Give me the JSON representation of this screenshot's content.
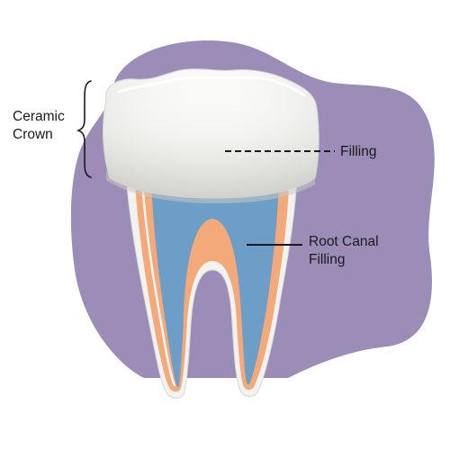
{
  "labels": {
    "crown_line1": "Ceramic",
    "crown_line2": "Crown",
    "filling": "Filling",
    "root_canal_line1": "Root Canal",
    "root_canal_line2": "Filling"
  },
  "colors": {
    "background_blob": "#9b8db8",
    "crown": "#f1f1ee",
    "crown_shadow": "#c9c9c4",
    "root_outer": "#f2f2ef",
    "dentin": "#f3a97a",
    "pulp_filling": "#6d9ec7",
    "leader_line": "#1a1a1a"
  }
}
